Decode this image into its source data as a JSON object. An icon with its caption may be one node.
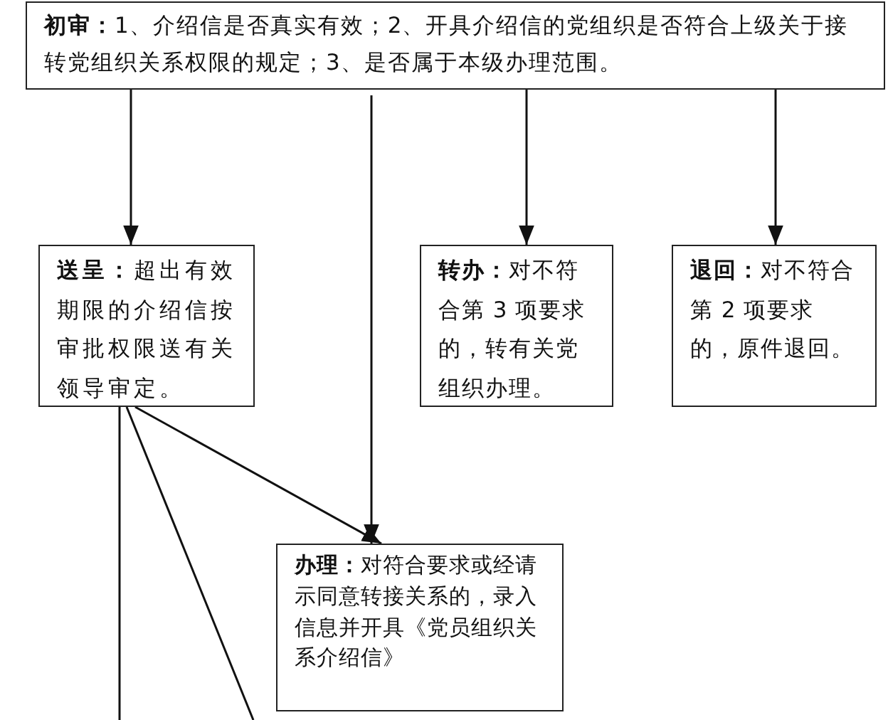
{
  "diagram": {
    "nodes": [
      {
        "text": [
          "**初审：**1、介绍信是否真实有效；2、开具介绍信的党组织是否符合上级关于接转党组织关系权限的规定；3、是否属于本级办理范围。"
        ]
      },
      {
        "text": [
          "**送呈：**超出有效期限的介绍信按审批权限送有关领导审定。"
        ]
      },
      {
        "text": [
          "**转办：**对不符合第 3 项要求的，转有关党组织办理。"
        ]
      },
      {
        "text": [
          "**退回：**对不符合第 2 项要求的，原件退回。"
        ]
      },
      {
        "text": [
          "**办理：**对符合要求或经请示同意转接关系的，录入信息并开具《党员组织关系介绍信》"
        ]
      }
    ],
    "edges": [
      {
        "from": 0,
        "to": 1,
        "arrow": "to"
      },
      {
        "from": 0,
        "to": 4,
        "arrow": "to"
      },
      {
        "from": 0,
        "to": 2,
        "arrow": "to"
      },
      {
        "from": 0,
        "to": 3,
        "arrow": "to"
      },
      {
        "from": 1,
        "to": 4,
        "arrow": "to"
      },
      {
        "from": 1,
        "to": null,
        "arrow": "none"
      },
      {
        "from": 1,
        "to": null,
        "arrow": "none"
      }
    ]
  }
}
